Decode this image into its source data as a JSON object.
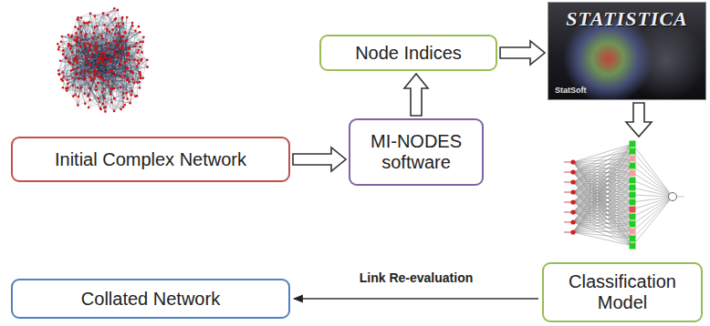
{
  "diagram": {
    "nodes": [
      {
        "text": [
          "Initial Complex Network"
        ]
      },
      {
        "text": [
          "MI-NODES software"
        ]
      },
      {
        "text": [
          "Node Indices"
        ]
      },
      {
        "text": [
          "STATISTICA",
          "StatSoft"
        ]
      },
      {
        "text": [
          "Classification Model"
        ]
      },
      {
        "text": [
          "Collated Network"
        ]
      }
    ],
    "edges": [
      {
        "from": 0,
        "to": 1,
        "arrow": "to"
      },
      {
        "from": 1,
        "to": 2,
        "arrow": "to"
      },
      {
        "from": 2,
        "to": 3,
        "arrow": "to"
      },
      {
        "from": 4,
        "to": 5,
        "arrow": "to",
        "label": "Link Re-evaluation"
      }
    ]
  }
}
